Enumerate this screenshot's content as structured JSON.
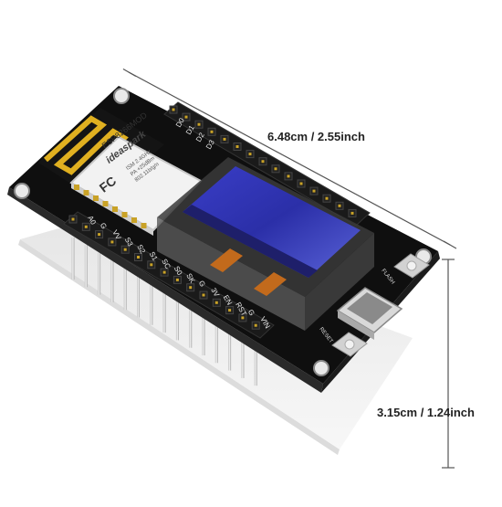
{
  "dimensions": {
    "width_label": "6.48cm / 2.55inch",
    "height_label": "3.15cm / 1.24inch"
  },
  "module": {
    "chip_label": "ESP8266MOD",
    "brand_label": "ideaspark",
    "fcc_label": "FC",
    "module_text_1": "ISM 2.4GHz",
    "module_text_2": "PA +25dBm",
    "module_text_3": "802.11b/g/n"
  },
  "buttons": {
    "flash_label": "FLASH",
    "reset_label": "RESET"
  },
  "pins_top": [
    "D0",
    "D1",
    "D2",
    "D3"
  ],
  "pins_bottom": [
    "A0",
    "G",
    "VV",
    "S3",
    "S2",
    "S1",
    "SC",
    "S0",
    "SK",
    "G",
    "3V",
    "EN",
    "RST",
    "G",
    "VIN"
  ],
  "colors": {
    "pcb": "#1a1a1a",
    "screen": "#2b2fa8",
    "antenna": "#e0b020",
    "pin_header": "#111111"
  }
}
